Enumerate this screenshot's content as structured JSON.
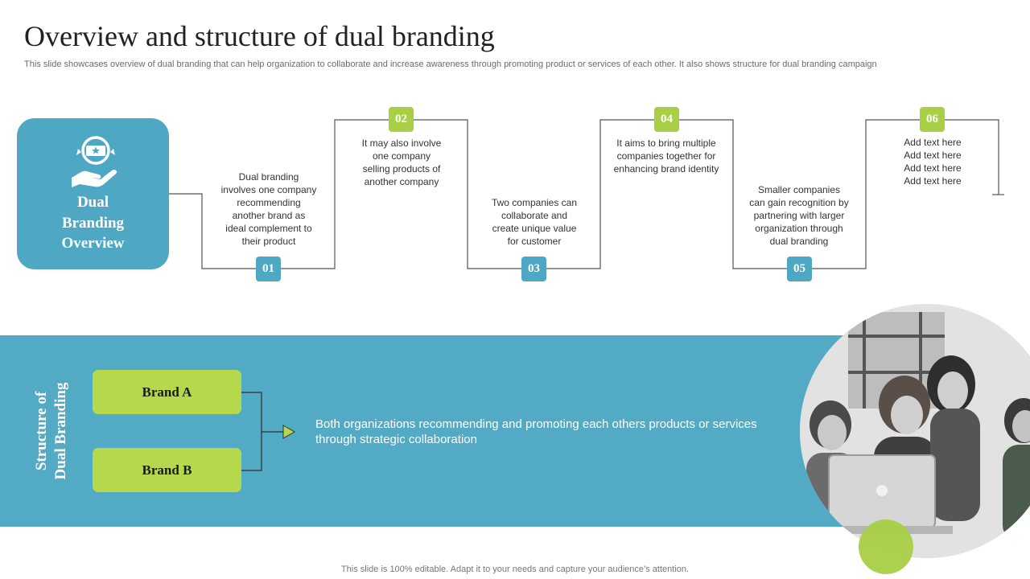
{
  "title": "Overview and structure of dual branding",
  "subtitle": "This slide showcases overview of dual branding that can help organization to collaborate and increase awareness through promoting product or services of each other. It also shows structure for dual branding campaign",
  "overview": {
    "heading_line1": "Dual",
    "heading_line2": "Branding",
    "heading_line3": "Overview",
    "icon": "hand-with-badge-icon"
  },
  "steps": [
    {
      "number": "01",
      "text_lines": [
        "Dual branding",
        "involves  one company",
        "recommending",
        "another brand as",
        "ideal complement to",
        "their product"
      ]
    },
    {
      "number": "02",
      "text_lines": [
        "It may also involve",
        "one company",
        "selling products of",
        "another company"
      ]
    },
    {
      "number": "03",
      "text_lines": [
        "Two companies can",
        "collaborate and",
        "create unique value",
        "for customer"
      ]
    },
    {
      "number": "04",
      "text_lines": [
        "It aims to bring multiple",
        "companies together for",
        "enhancing brand identity"
      ]
    },
    {
      "number": "05",
      "text_lines": [
        "Smaller companies",
        "can gain recognition by",
        "partnering with larger",
        "organization through",
        "dual branding"
      ]
    },
    {
      "number": "06",
      "text_lines": [
        "Add text here",
        "Add text here",
        "Add text here",
        "Add text here"
      ]
    }
  ],
  "structure": {
    "label_line1": "Structure of",
    "label_line2": "Dual Branding",
    "brand_a": "Brand A",
    "brand_b": "Brand B",
    "description": "Both organizations recommending and promoting each others products or services through strategic collaboration"
  },
  "footer": "This slide is 100% editable. Adapt it to your needs and capture your audience’s attention.",
  "colors": {
    "blue": "#4ea8c4",
    "green": "#a8cf45",
    "band": "#52aac5"
  }
}
